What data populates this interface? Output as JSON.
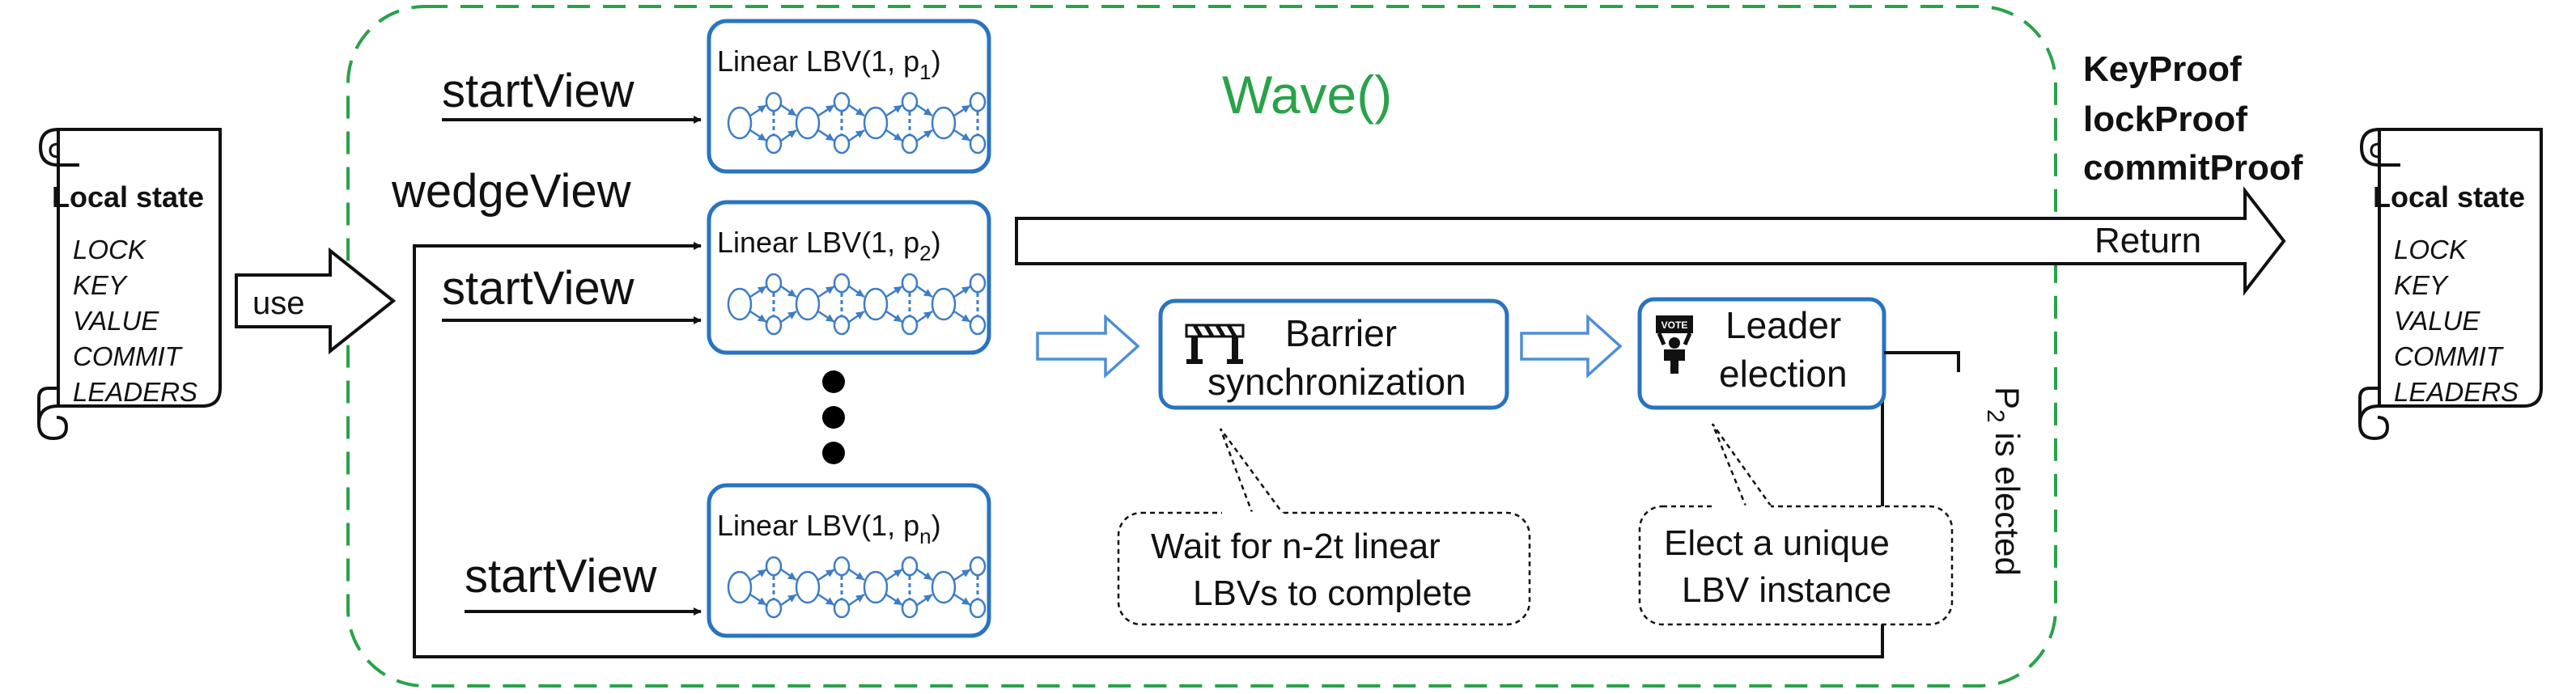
{
  "wave_label": "Wave()",
  "input_label": "use",
  "return_label": "Return",
  "proofs": [
    "KeyProof",
    "lockProof",
    "commitProof"
  ],
  "left_state": {
    "title": "Local state",
    "fields": [
      "LOCK",
      "KEY",
      "VALUE",
      "COMMIT",
      "LEADERS"
    ]
  },
  "right_state": {
    "title": "Local state",
    "fields": [
      "LOCK",
      "KEY",
      "VALUE",
      "COMMIT",
      "LEADERS"
    ]
  },
  "view_labels": {
    "start_view_1": "startView",
    "wedge_view": "wedgeView",
    "start_view_2": "startView",
    "start_view_n": "startView"
  },
  "lbv_instances": [
    {
      "prefix": "Linear LBV(1, p",
      "subscript": "1",
      "suffix": ")"
    },
    {
      "prefix": "Linear LBV(1, p",
      "subscript": "2",
      "suffix": ")"
    },
    {
      "prefix": "Linear LBV(1, p",
      "subscript": "n",
      "suffix": ")"
    }
  ],
  "barrier": {
    "line1": "Barrier",
    "line2": "synchronization",
    "note_line1": "Wait for n-2t  linear",
    "note_line2": "LBVs to complete"
  },
  "leader": {
    "line1": "Leader",
    "line2": "election",
    "note_line1": "Elect a unique",
    "note_line2": "LBV instance",
    "vote_text": "VOTE"
  },
  "elected": {
    "prefix": "P",
    "subscript": "2",
    "suffix": " is elected"
  },
  "colors": {
    "wave_border": "#2aa24a",
    "box_border": "#2a73c0",
    "inner_node": "#3d7dc6",
    "hollow_arrow": "#4d8fd6",
    "ink": "#111111"
  }
}
